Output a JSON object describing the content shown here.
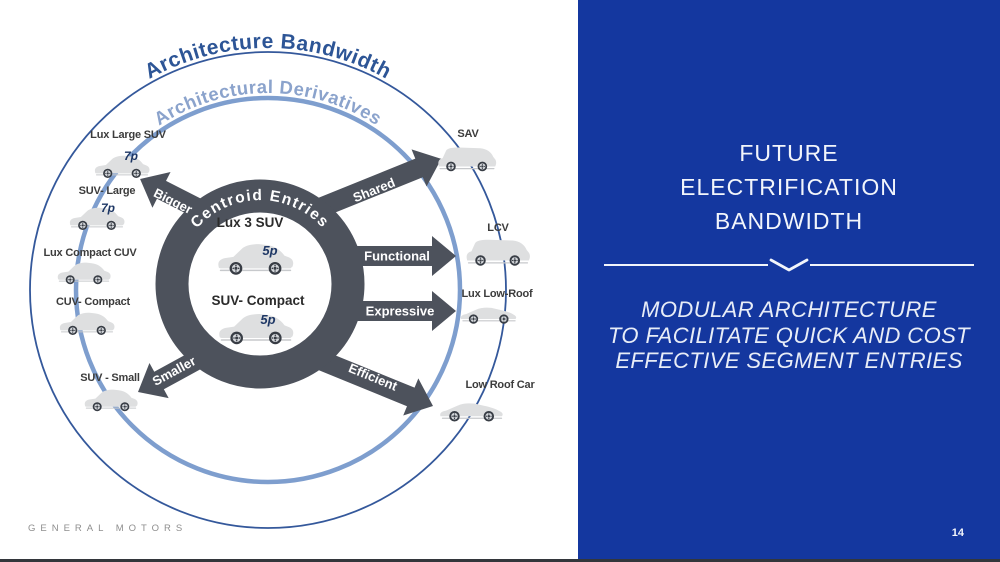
{
  "slide": {
    "footer_brand": "GENERAL MOTORS",
    "page_number": "14"
  },
  "right_panel": {
    "title_lines": [
      "FUTURE",
      "ELECTRIFICATION",
      "BANDWIDTH"
    ],
    "subtitle_lines": [
      "MODULAR ARCHITECTURE",
      "TO FACILITATE QUICK AND COST",
      "EFFECTIVE SEGMENT ENTRIES"
    ],
    "chevron_icon": "chevron-down"
  },
  "diagram": {
    "outer_arc_label": "Architecture Bandwidth",
    "derivatives_arc_label": "Architectural Derivatives",
    "ring_label": "Centroid Entries",
    "centroid_entries": [
      {
        "name": "Lux 3 SUV",
        "capacity": "5p",
        "icon": "suv-car-icon"
      },
      {
        "name": "SUV- Compact",
        "capacity": "5p",
        "icon": "suv-car-icon"
      }
    ],
    "left_branch": [
      {
        "name": "Lux Large SUV",
        "capacity": "7p",
        "icon": "suv-car-icon"
      },
      {
        "name": "SUV- Large",
        "capacity": "7p",
        "icon": "suv-car-icon"
      },
      {
        "name": "Lux Compact CUV",
        "icon": "suv-car-icon"
      },
      {
        "name": "CUV- Compact",
        "icon": "suv-car-icon"
      },
      {
        "name": "SUV - Small",
        "icon": "suv-car-icon"
      }
    ],
    "right_branch": [
      {
        "name": "SAV",
        "icon": "van-car-icon"
      },
      {
        "name": "LCV",
        "icon": "van-car-icon"
      },
      {
        "name": "Lux Low-Roof",
        "icon": "sedan-car-icon"
      },
      {
        "name": "Low Roof Car",
        "icon": "sedan-car-icon"
      }
    ],
    "arrows": [
      {
        "label": "Bigger",
        "direction": "up-left"
      },
      {
        "label": "Smaller",
        "direction": "down-left"
      },
      {
        "label": "Shared",
        "direction": "up-right"
      },
      {
        "label": "Functional",
        "direction": "right"
      },
      {
        "label": "Expressive",
        "direction": "right"
      },
      {
        "label": "Efficient",
        "direction": "down-right"
      }
    ],
    "colors": {
      "panel_blue": "#14379F",
      "arc_dark_blue": "#2D5596",
      "arc_light_blue": "#7E9ECE",
      "ring_gray": "#4D525C",
      "car_gray": "#DEDFE0",
      "badge_navy": "#1E3765"
    }
  }
}
